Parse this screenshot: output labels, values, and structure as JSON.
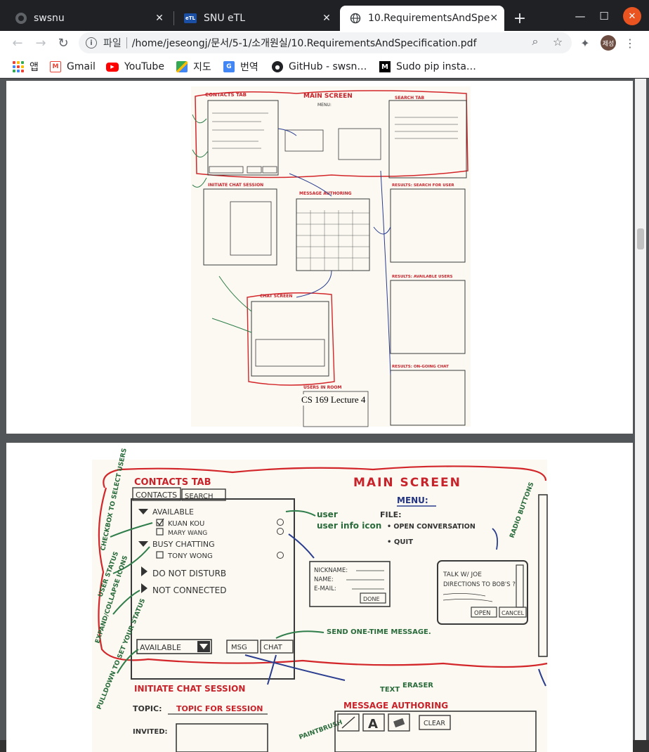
{
  "tabs": [
    {
      "title": "swsnu",
      "icon": "github-icon"
    },
    {
      "title": "SNU eTL",
      "icon": "etl-icon"
    },
    {
      "title": "10.RequirementsAndSpe",
      "icon": "globe-icon",
      "active": true
    }
  ],
  "etl_favicon_text": "eTL",
  "address": {
    "scheme_label": "파일",
    "url": "/home/jeseongj/문서/5-1/소개원실/10.RequirementsAndSpecification.pdf"
  },
  "profile": {
    "initials": "제성"
  },
  "bookmarks": [
    {
      "label": "앱",
      "icon": "apps-icon"
    },
    {
      "label": "Gmail",
      "icon": "gmail-icon"
    },
    {
      "label": "YouTube",
      "icon": "youtube-icon"
    },
    {
      "label": "지도",
      "icon": "maps-icon"
    },
    {
      "label": "번역",
      "icon": "translate-icon"
    },
    {
      "label": "GitHub - swsn…",
      "icon": "github-icon"
    },
    {
      "label": "Sudo pip insta…",
      "icon": "medium-icon"
    }
  ],
  "page1": {
    "footer": "CS 169  Lecture 4",
    "labels": {
      "contacts_tab": "CONTACTS TAB",
      "main_screen": "MAIN SCREEN",
      "search_tab": "SEARCH TAB",
      "menu": "MENU:",
      "initiate_chat": "INITIATE CHAT SESSION",
      "message_authoring": "MESSAGE AUTHORING",
      "results_search": "RESULTS: SEARCH FOR USER",
      "results_available": "RESULTS: AVAILABLE USERS",
      "results_ongoing": "RESULTS: ON-GOING CHAT",
      "chat_screen": "CHAT SCREEN",
      "users_in_room": "USERS IN ROOM"
    }
  },
  "page2": {
    "contacts_tab": "CONTACTS TAB",
    "main_screen": "MAIN SCREEN",
    "menu": "MENU:",
    "menu_file": "FILE:",
    "menu_items": [
      "• OPEN CONVERSATION",
      "• QUIT"
    ],
    "tabs": [
      "CONTACTS",
      "SEARCH"
    ],
    "groups": [
      {
        "name": "AVAILABLE",
        "members": [
          "KUAN KOU",
          "MARY WANG"
        ]
      },
      {
        "name": "BUSY CHATTING",
        "members": [
          "TONY WONG"
        ]
      },
      {
        "name": "DO NOT DISTURB",
        "members": []
      },
      {
        "name": "NOT CONNECTED",
        "members": []
      }
    ],
    "status_select": "AVAILABLE",
    "msg_button": "MSG",
    "chat_button": "CHAT",
    "user_info_note": "user info icon",
    "info_fields": [
      "NICKNAME:",
      "NAME:",
      "E-MAIL:"
    ],
    "info_done": "DONE",
    "talk_title": "TALK W/ JOE",
    "talk_body": "DIRECTIONS TO BOB'S ?",
    "open_button": "OPEN",
    "cancel_button": "CANCEL",
    "send_note": "SEND ONE-TIME MESSAGE.",
    "initiate_chat": "INITIATE CHAT SESSION",
    "topic_label": "TOPIC:",
    "topic_value": "TOPIC FOR SESSION",
    "invited_label": "INVITED:",
    "message_authoring": "MESSAGE AUTHORING",
    "text_note": "TEXT",
    "eraser_note": "ERASER",
    "paintbrush_note": "PAINTBRUSH",
    "clear_button": "CLEAR",
    "side_notes": [
      "CHECKBOX TO SELECT USERS",
      "USER STATUS",
      "EXPAND/COLLAPSE ICONS",
      "PULLDOWN TO SET YOUR STATUS",
      "RADIO BUTTONS"
    ]
  }
}
